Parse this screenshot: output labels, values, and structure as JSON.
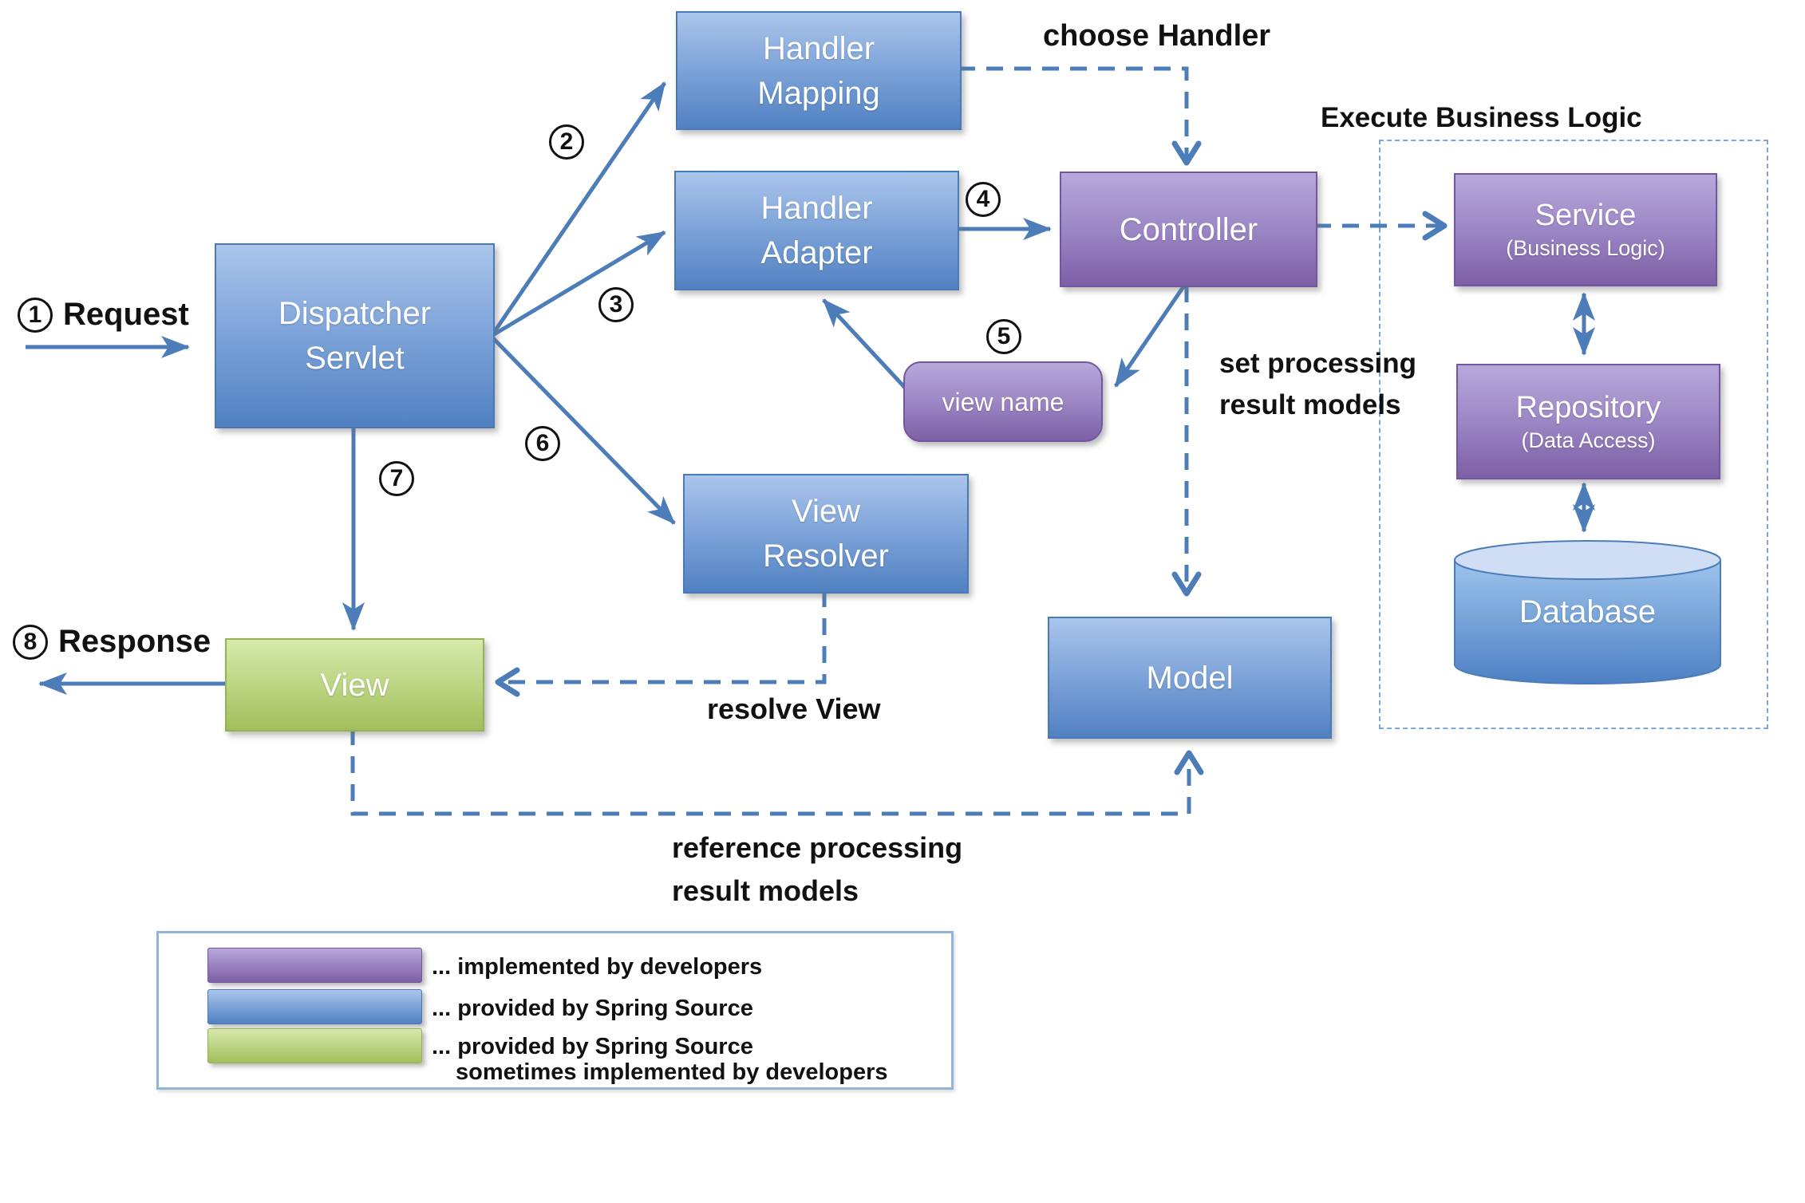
{
  "colors": {
    "arrow": "#4c7db8",
    "blue_top": "#abc5eb",
    "blue_mid": "#7ea4d9",
    "blue_bottom": "#5181c2",
    "blue_border": "#4a79b8",
    "purple_top": "#b7a8da",
    "purple_mid": "#9d88c6",
    "purple_bottom": "#7d5fa5",
    "purple_border": "#7256a0",
    "green_top": "#d7e9ac",
    "green_mid": "#bdd685",
    "green_bottom": "#a1bf5c",
    "green_border": "#97b255",
    "db_face": "#cfdef5",
    "db_body_top": "#9ec4ec",
    "db_body_bottom": "#4d80c4",
    "region_border": "#7da7d9",
    "legend_border": "#95b3d7",
    "label_text": "#111111",
    "node_text": "#ffffff"
  },
  "steps": {
    "s1": "1",
    "s2": "2",
    "s3": "3",
    "s4": "4",
    "s5": "5",
    "s6": "6",
    "s7": "7",
    "s8": "8"
  },
  "labels": {
    "request": "Request",
    "response": "Response",
    "choose_handler": "choose Handler",
    "execute_business_logic": "Execute Business Logic",
    "set_processing_line1": "set processing",
    "set_processing_line2": "result models",
    "resolve_view": "resolve View",
    "reference_line1": "reference processing",
    "reference_line2": "result models"
  },
  "nodes": {
    "dispatcher_servlet": {
      "line1": "Dispatcher",
      "line2": "Servlet"
    },
    "handler_mapping": {
      "line1": "Handler",
      "line2": "Mapping"
    },
    "handler_adapter": {
      "line1": "Handler",
      "line2": "Adapter"
    },
    "controller": {
      "line1": "Controller"
    },
    "view_name": {
      "line1": "view name"
    },
    "view_resolver": {
      "line1": "View",
      "line2": "Resolver"
    },
    "view": {
      "line1": "View"
    },
    "model": {
      "line1": "Model"
    },
    "service": {
      "line1": "Service",
      "line2": "(Business Logic)"
    },
    "repository": {
      "line1": "Repository",
      "line2": "(Data Access)"
    },
    "database": {
      "line1": "Database"
    }
  },
  "legend": {
    "items": [
      {
        "text1": "... implemented by developers",
        "text2": ""
      },
      {
        "text1": "... provided by Spring Source",
        "text2": ""
      },
      {
        "text1": "... provided by Spring Source",
        "text2": "sometimes implemented by developers"
      }
    ]
  }
}
